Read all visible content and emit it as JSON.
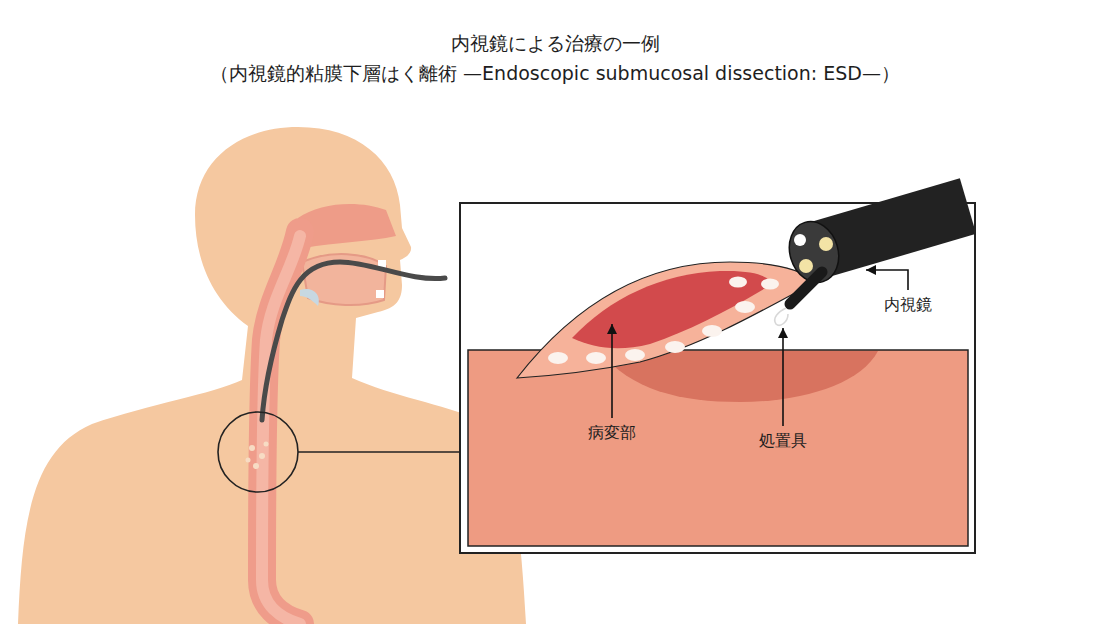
{
  "diagram": {
    "title": "内視鏡による治療の一例",
    "labels": [
      "（内視鏡的粘膜下層はく離術 —Endoscopic submucosal dissection: ESD—）",
      "病変部",
      "処置具",
      "内視鏡"
    ]
  }
}
